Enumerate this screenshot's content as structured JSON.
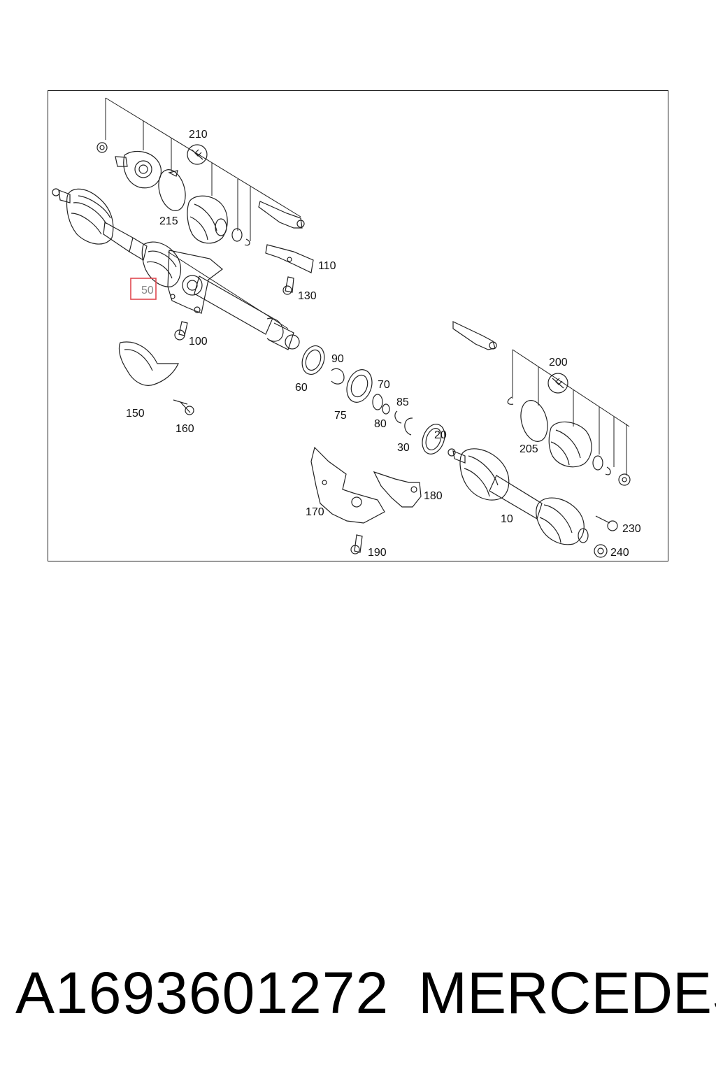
{
  "diagram": {
    "highlight_color": "#e0484f",
    "callouts": {
      "c10": "10",
      "c20": "20",
      "c30": "30",
      "c50": "50",
      "c60": "60",
      "c70": "70",
      "c75": "75",
      "c80": "80",
      "c85": "85",
      "c90": "90",
      "c100": "100",
      "c110": "110",
      "c130": "130",
      "c150": "150",
      "c160": "160",
      "c170": "170",
      "c180": "180",
      "c190": "190",
      "c200": "200",
      "c205": "205",
      "c210": "210",
      "c215": "215",
      "c230": "230",
      "c240": "240"
    },
    "highlighted": "50"
  },
  "caption": {
    "part_number": "A1693601272",
    "brand": "MERCEDES"
  }
}
